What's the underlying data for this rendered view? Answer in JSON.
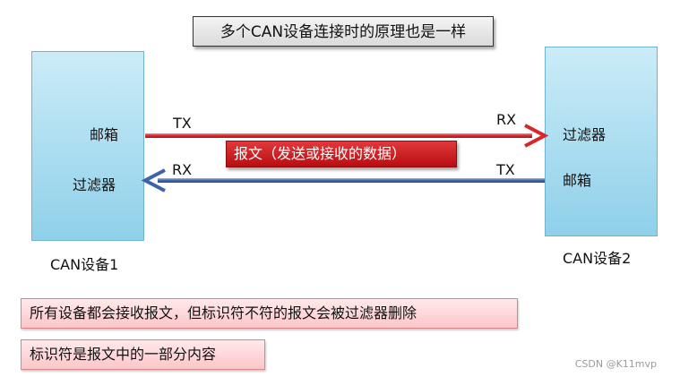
{
  "title": "多个CAN设备连接时的原理也是一样",
  "device1": {
    "name": "CAN设备1",
    "mailbox": "邮箱",
    "filter": "过滤器"
  },
  "device2": {
    "name": "CAN设备2",
    "mailbox": "邮箱",
    "filter": "过滤器"
  },
  "arrow_top": {
    "start_label": "TX",
    "end_label": "RX",
    "color": "#d8262b"
  },
  "arrow_bottom": {
    "start_label": "TX",
    "end_label": "RX",
    "color": "#3d64a8"
  },
  "message_label": "报文（发送或接收的数据）",
  "notes": [
    "所有设备都会接收报文，但标识符不符的报文会被过滤器删除",
    "标识符是报文中的一部分内容"
  ],
  "watermark": "CSDN @K11mvp",
  "colors": {
    "device_fill": "#a8dcf0",
    "message_fill": "#c8161b",
    "note_fill": "#fcd4d6"
  }
}
